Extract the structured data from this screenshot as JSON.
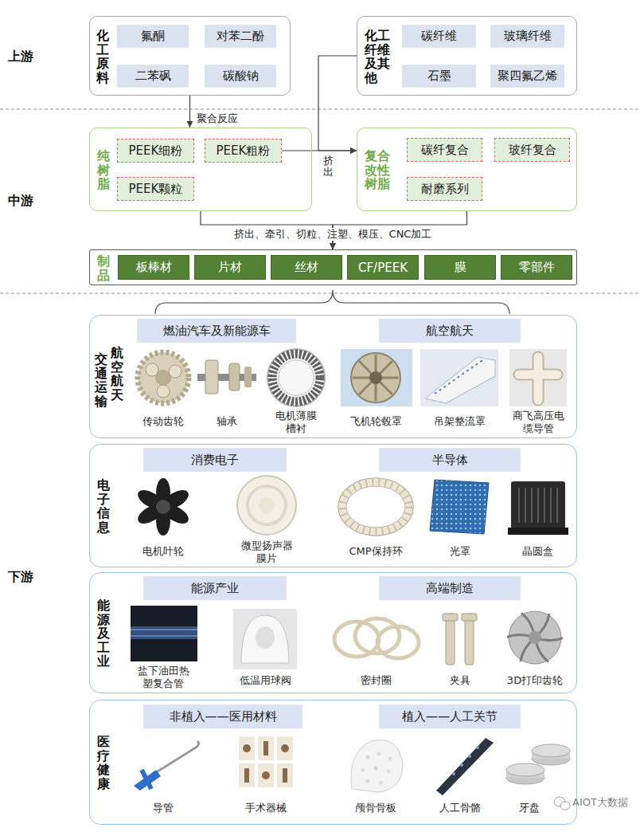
{
  "diagram": {
    "nodes": [
      {
        "text": [
          "化工原料"
        ]
      },
      {
        "text": [
          "氟酮"
        ],
        "in": 0
      },
      {
        "text": [
          "对苯二酚"
        ],
        "in": 0
      },
      {
        "text": [
          "二苯砜"
        ],
        "in": 0
      },
      {
        "text": [
          "碳酸钠"
        ],
        "in": 0
      },
      {
        "text": [
          "化工纤维及其他"
        ]
      },
      {
        "text": [
          "碳纤维"
        ],
        "in": 5
      },
      {
        "text": [
          "玻璃纤维"
        ],
        "in": 5
      },
      {
        "text": [
          "石墨"
        ],
        "in": 5
      },
      {
        "text": [
          "聚四氟乙烯"
        ],
        "in": 5
      },
      {
        "text": [
          "纯树脂"
        ]
      },
      {
        "text": [
          "PEEK细粉"
        ],
        "in": 10
      },
      {
        "text": [
          "PEEK粗粉"
        ],
        "in": 10
      },
      {
        "text": [
          "PEEK颗粒"
        ],
        "in": 10
      },
      {
        "text": [
          "复合改性树脂"
        ]
      },
      {
        "text": [
          "碳纤复合"
        ],
        "in": 14
      },
      {
        "text": [
          "玻纤复合"
        ],
        "in": 14
      },
      {
        "text": [
          "耐磨系列"
        ],
        "in": 14
      },
      {
        "text": [
          "制品"
        ]
      },
      {
        "text": [
          "板棒材"
        ],
        "in": 18
      },
      {
        "text": [
          "片材"
        ],
        "in": 18
      },
      {
        "text": [
          "丝材"
        ],
        "in": 18
      },
      {
        "text": [
          "CF/PEEK"
        ],
        "in": 18
      },
      {
        "text": [
          "膜"
        ],
        "in": 18
      },
      {
        "text": [
          "零部件"
        ],
        "in": 18
      },
      {
        "text": [
          "交通运输",
          "航空航天"
        ]
      },
      {
        "text": [
          "燃油汽车及新能源车"
        ],
        "in": 25
      },
      {
        "text": [
          "航空航天"
        ],
        "in": 25
      },
      {
        "text": [
          "电子信息"
        ]
      },
      {
        "text": [
          "消费电子"
        ],
        "in": 28
      },
      {
        "text": [
          "半导体"
        ],
        "in": 28
      },
      {
        "text": [
          "能源及工业"
        ]
      },
      {
        "text": [
          "能源产业"
        ],
        "in": 31
      },
      {
        "text": [
          "高端制造"
        ],
        "in": 31
      },
      {
        "text": [
          "医疗健康"
        ]
      },
      {
        "text": [
          "非植入——医用材料"
        ],
        "in": 34
      },
      {
        "text": [
          "植入——人工关节"
        ],
        "in": 34
      }
    ],
    "edges": [
      {
        "from": 0,
        "to": 10,
        "label": "聚合反应",
        "arrow": "to"
      },
      {
        "from": 12,
        "to": 14,
        "label": "挤出",
        "arrow": "to"
      },
      {
        "from": 5,
        "to": 14,
        "arrow": "to"
      },
      {
        "from": 10,
        "to": 18,
        "label": "挤出、牵引、切粒、注塑、模压、CNC加工",
        "arrow": "to"
      },
      {
        "from": 14,
        "to": 18,
        "arrow": "to"
      }
    ],
    "labels": [
      "上游",
      "中游",
      "下游",
      "传动齿轮",
      "轴承",
      "电机薄膜槽衬",
      "飞机轮毂罩",
      "吊架整流罩",
      "商飞高压电缆导管",
      "电机叶轮",
      "微型扬声器膜片",
      "CMP保持环",
      "光罩",
      "晶圆盒",
      "盐下油田热塑复合管",
      "低温用球阀",
      "密封圈",
      "夹具",
      "3D打印齿轮",
      "导管",
      "手术器械",
      "颅骨骨板",
      "人工骨骼",
      "牙盘",
      "AIOT大数据"
    ]
  }
}
